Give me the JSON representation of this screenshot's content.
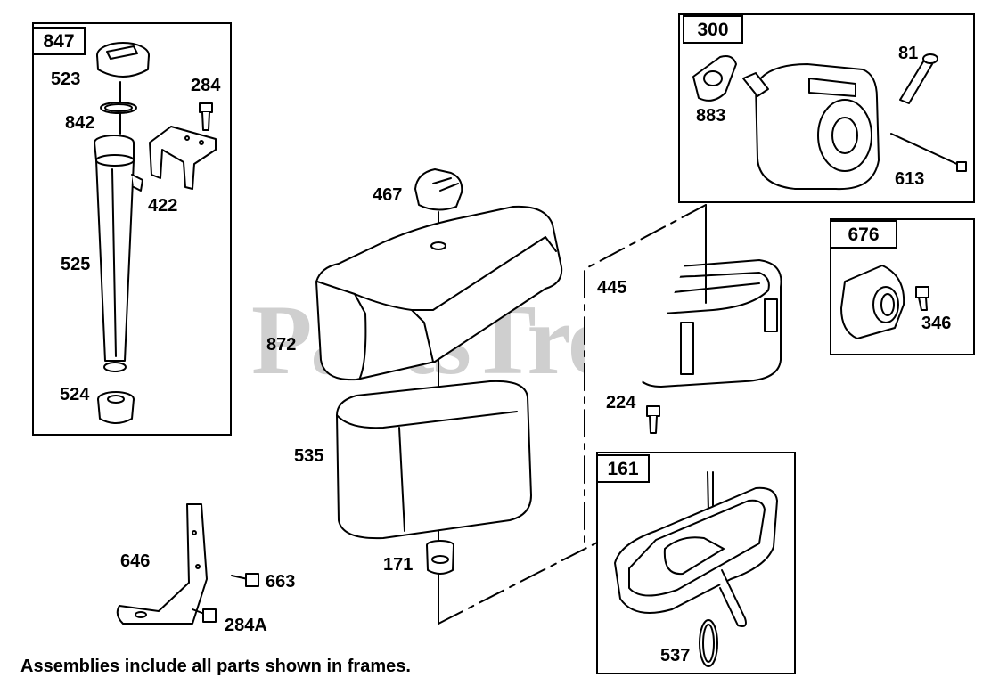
{
  "watermark": {
    "text": "PartsTree",
    "trademark": "™"
  },
  "footer": "Assemblies include all parts shown in frames.",
  "frames": {
    "f847": "847",
    "f300": "300",
    "f676": "676",
    "f161": "161"
  },
  "labels": {
    "p523": "523",
    "p842": "842",
    "p284": "284",
    "p422": "422",
    "p525": "525",
    "p524": "524",
    "p467": "467",
    "p872": "872",
    "p535": "535",
    "p171": "171",
    "p646": "646",
    "p663": "663",
    "p284a": "284A",
    "p445": "445",
    "p224": "224",
    "p537": "537",
    "p883": "883",
    "p81": "81",
    "p613": "613",
    "p346": "346"
  }
}
